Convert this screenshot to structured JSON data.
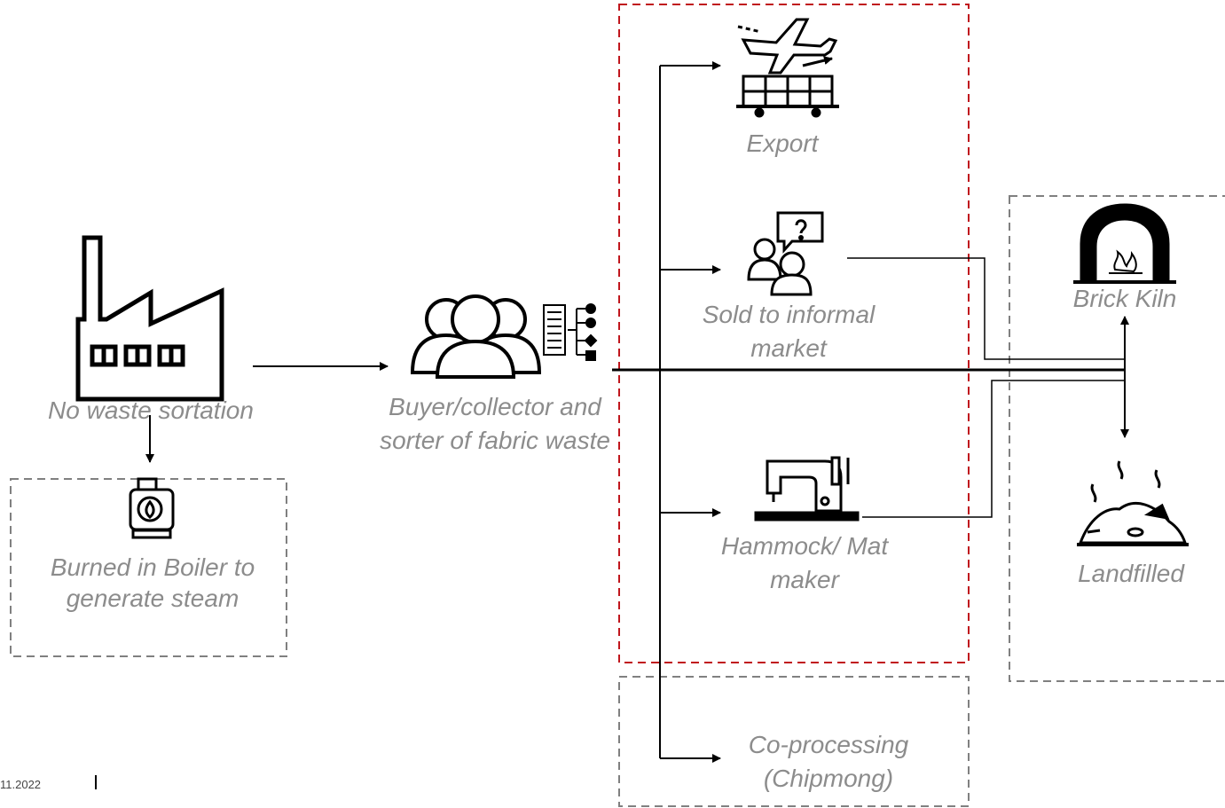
{
  "labels": {
    "factory": "No waste sortation",
    "boiler": "Burned in Boiler to generate steam",
    "collector": "Buyer/collector and sorter of fabric waste",
    "export": "Export",
    "informal": "Sold to informal market",
    "hammock": "Hammock/ Mat maker",
    "coprocessing": "Co-processing (Chipmong)",
    "brick_kiln": "Brick Kiln",
    "landfilled": "Landfilled"
  },
  "footer": {
    "date": "11.2022"
  },
  "colors": {
    "red_dashed_box": "#c0161d",
    "grey_dashed_box": "#808080",
    "label_text": "#8c8c8c",
    "arrows": "#000000"
  },
  "icons": {
    "factory": "factory-icon",
    "boiler": "boiler-flame-icon",
    "collector": "people-group-icon",
    "sorting": "sorting-document-icon",
    "export": "airplane-cargo-icon",
    "informal": "people-question-icon",
    "hammock": "sewing-machine-icon",
    "brick_kiln": "kiln-fire-icon",
    "landfilled": "landfill-icon"
  }
}
